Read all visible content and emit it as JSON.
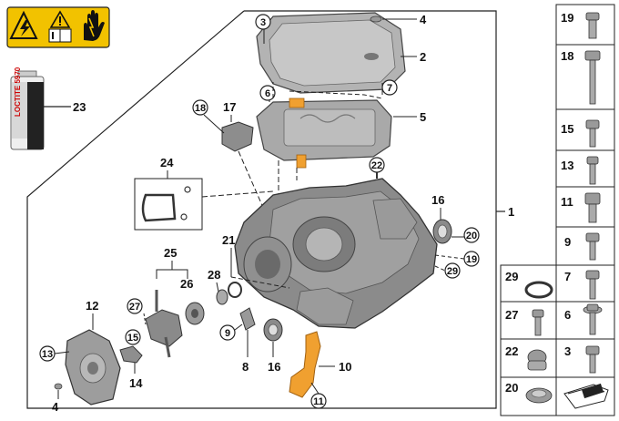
{
  "diagram": {
    "warning_icons": [
      "high-voltage-warning-icon",
      "read-manual-warning-icon",
      "do-not-touch-hand-icon"
    ],
    "colors": {
      "warning_yellow": "#f2c200",
      "highlight_orange": "#f0a030",
      "part_gray": "#9a9a9a",
      "line": "#222222"
    },
    "tube_label": "LOCTITE 5970",
    "callouts": {
      "c1": "1",
      "c2": "2",
      "c3": "3",
      "c4": "4",
      "c5": "5",
      "c6": "6",
      "c7": "7",
      "c8": "8",
      "c9": "9",
      "c10": "10",
      "c11": "11",
      "c12": "12",
      "c13": "13",
      "c14": "14",
      "c15": "15",
      "c16a": "16",
      "c16b": "16",
      "c17": "17",
      "c18": "18",
      "c19": "19",
      "c20": "20",
      "c21": "21",
      "c22": "22",
      "c23": "23",
      "c24": "24",
      "c25": "25",
      "c26": "26",
      "c27": "27",
      "c28": "28",
      "c29": "29",
      "c4b": "4"
    },
    "legend": [
      {
        "left": "",
        "right": "19"
      },
      {
        "left": "",
        "right": "18"
      },
      {
        "left": "",
        "right": "15"
      },
      {
        "left": "",
        "right": "13"
      },
      {
        "left": "",
        "right": "11"
      },
      {
        "left": "",
        "right": "9"
      },
      {
        "left": "29",
        "right": "7"
      },
      {
        "left": "27",
        "right": "6"
      },
      {
        "left": "22",
        "right": "3"
      },
      {
        "left": "20",
        "right": ""
      }
    ]
  }
}
